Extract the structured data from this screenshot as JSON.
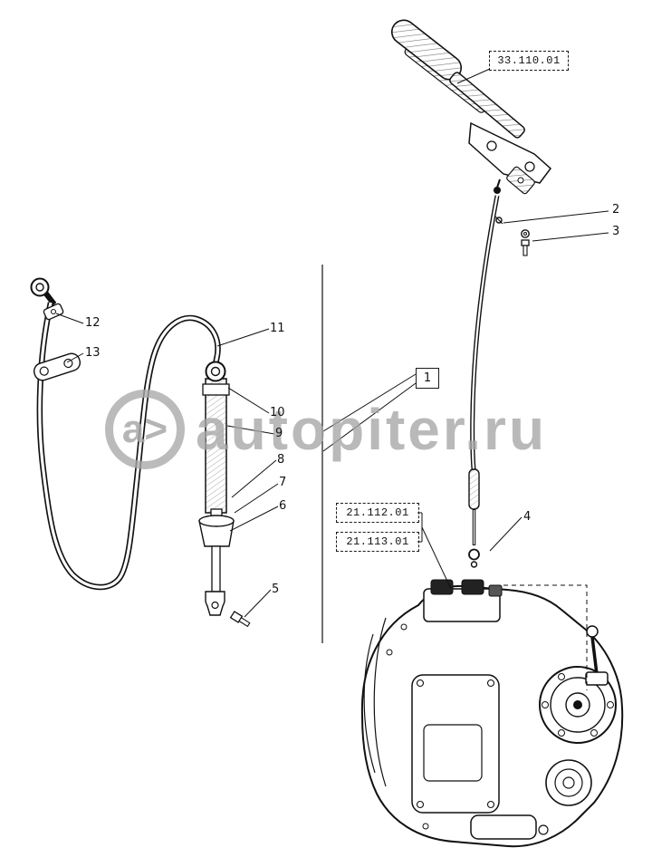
{
  "watermark": {
    "logo": "a>",
    "text": "autopiter.ru"
  },
  "references": {
    "top_section": "33.110.01",
    "mid_section_1": "21.112.01",
    "mid_section_2": "21.113.01"
  },
  "callouts": {
    "c1": "1",
    "c2": "2",
    "c3": "3",
    "c4": "4",
    "c5": "5",
    "c6": "6",
    "c7": "7",
    "c8": "8",
    "c9": "9",
    "c10": "10",
    "c11": "11",
    "c12": "12",
    "c13": "13"
  }
}
